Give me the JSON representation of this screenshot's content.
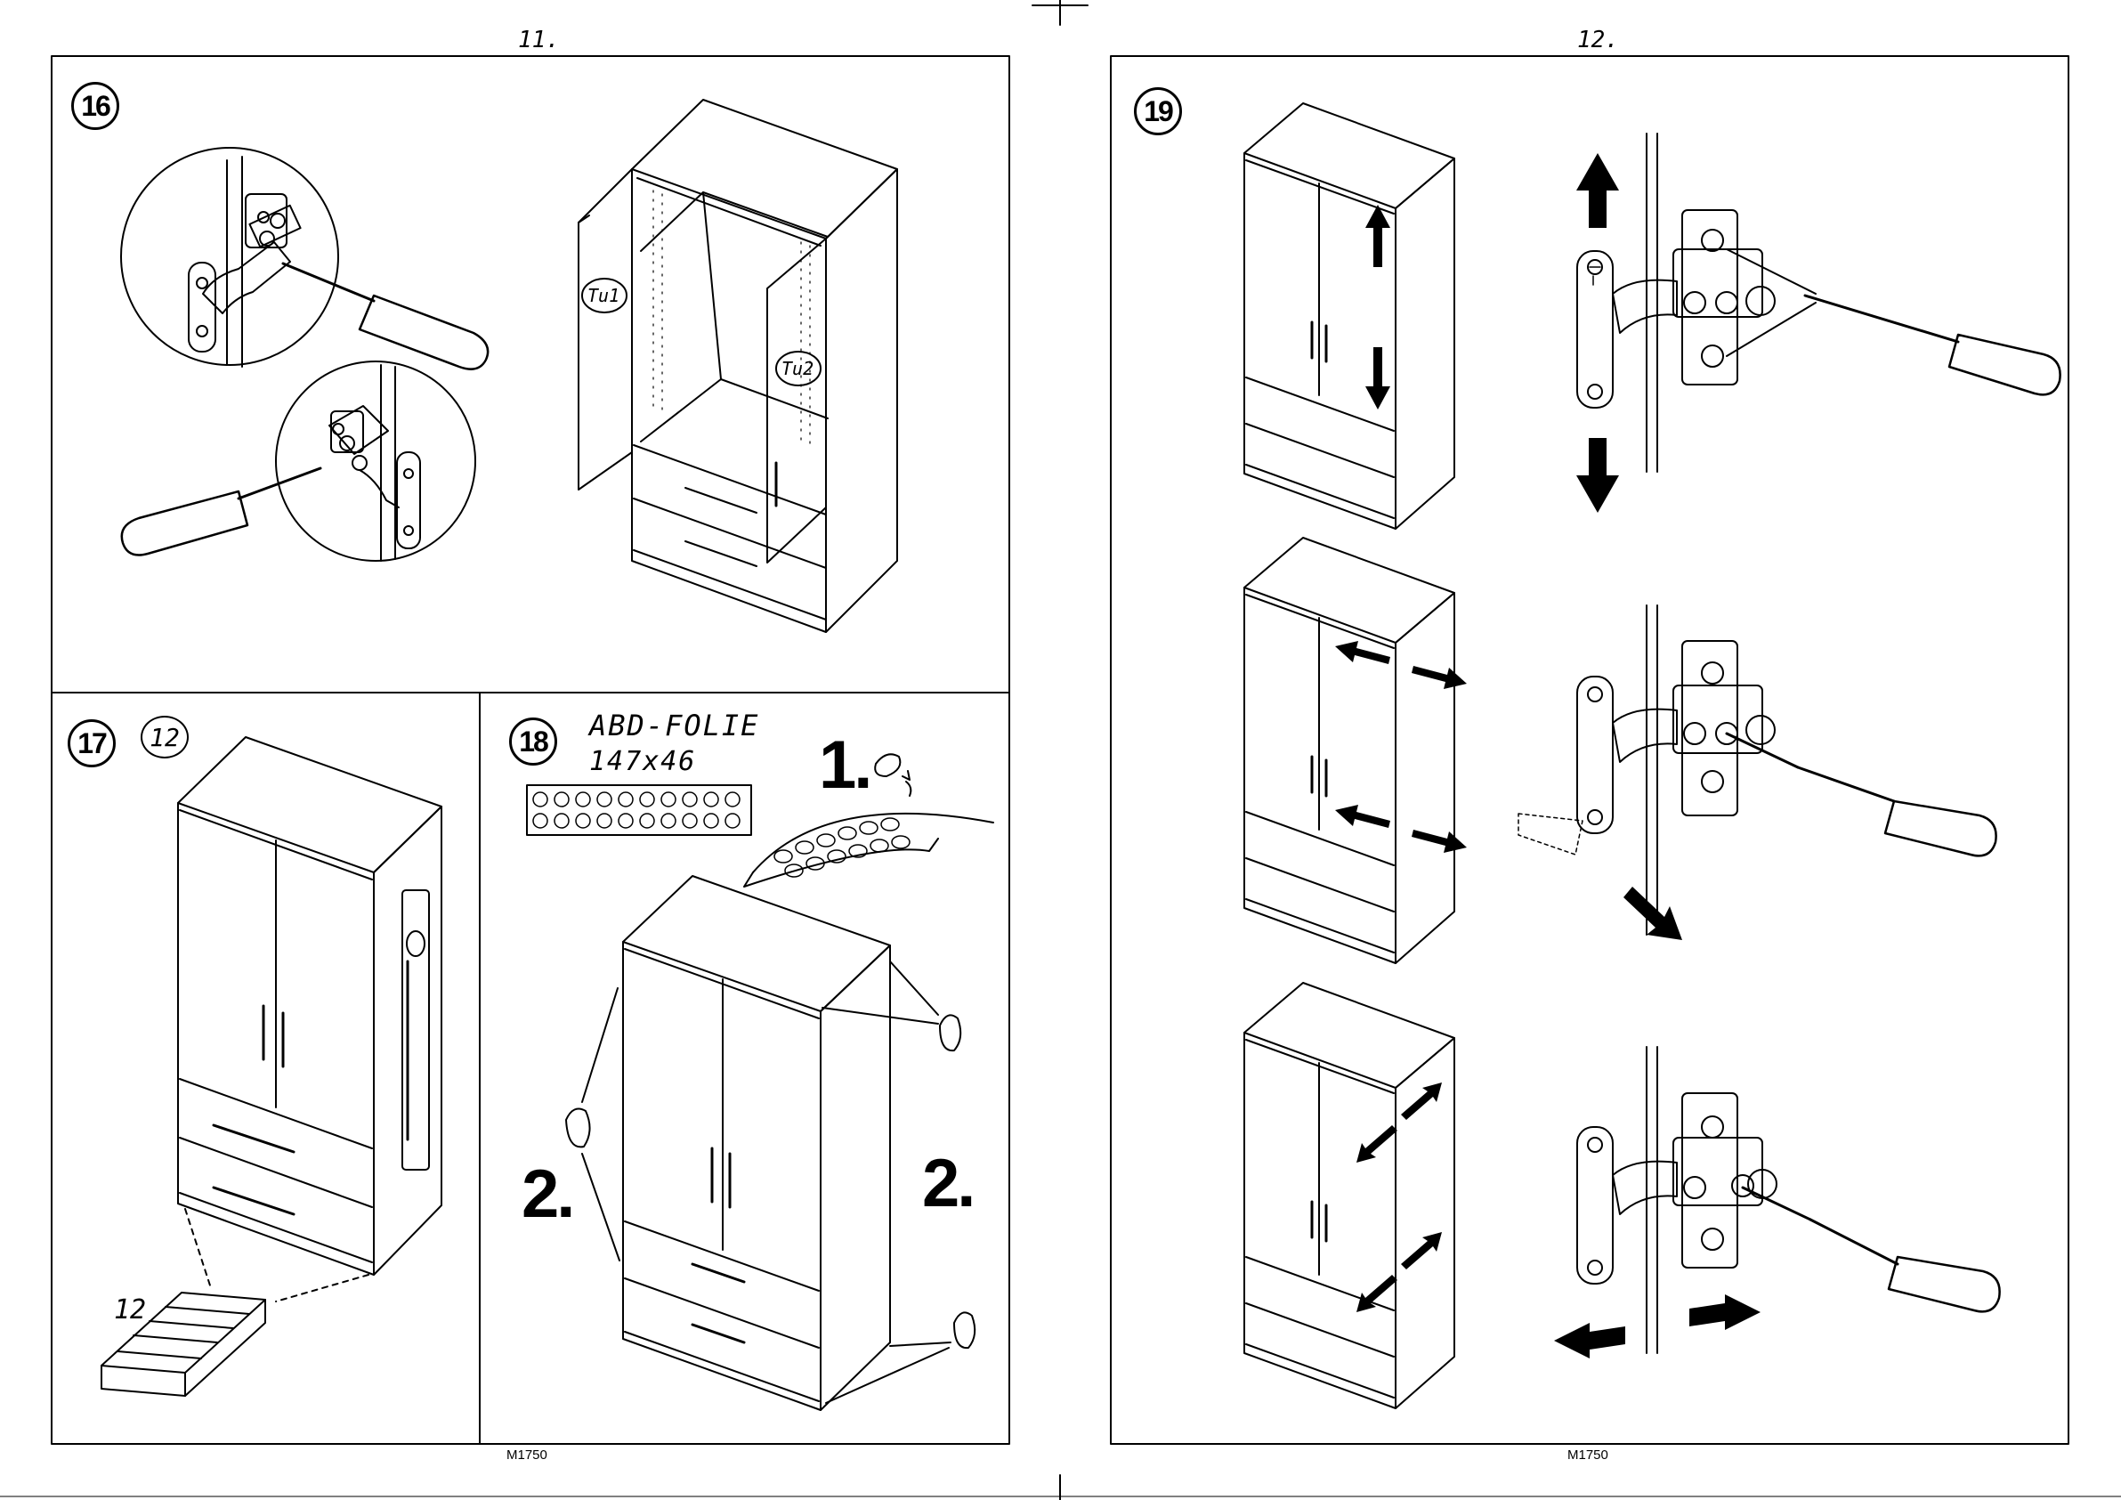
{
  "pages": [
    {
      "page_number": "11.",
      "footer_code": "M1750"
    },
    {
      "page_number": "12.",
      "footer_code": "M1750"
    }
  ],
  "steps": {
    "s16": {
      "number": "16",
      "door_left_label": "Tu1",
      "door_right_label": "Tu2"
    },
    "s17": {
      "number": "17",
      "part_badge": "12",
      "part_count_label": "12"
    },
    "s18": {
      "number": "18",
      "foil_name": "ABD-FOLIE",
      "foil_size": "147x46",
      "sub_step_1": "1.",
      "sub_step_2_left": "2.",
      "sub_step_2_right": "2."
    },
    "s19": {
      "number": "19"
    }
  }
}
